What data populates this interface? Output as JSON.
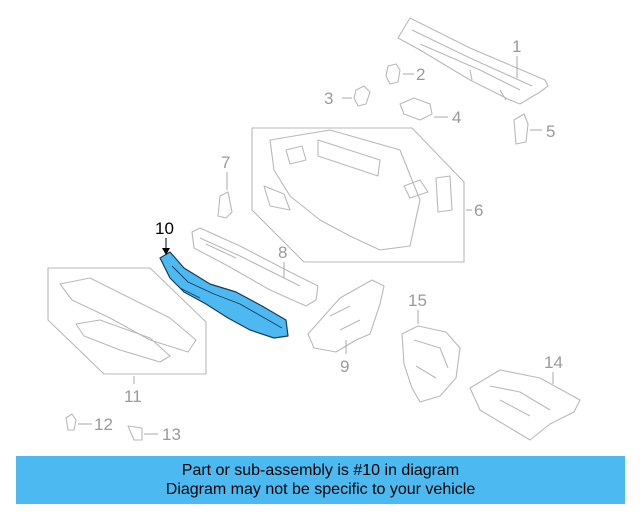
{
  "diagram": {
    "highlight_color": "#4cb9f0",
    "callouts": {
      "c1": "1",
      "c2": "2",
      "c3": "3",
      "c4": "4",
      "c5": "5",
      "c6": "6",
      "c7": "7",
      "c8": "8",
      "c9": "9",
      "c10": "10",
      "c11": "11",
      "c12": "12",
      "c13": "13",
      "c14": "14",
      "c15": "15"
    },
    "highlighted_part": "10"
  },
  "banner": {
    "line1": "Part or sub-assembly is #10 in diagram",
    "line2": "Diagram may not be specific to your vehicle"
  }
}
